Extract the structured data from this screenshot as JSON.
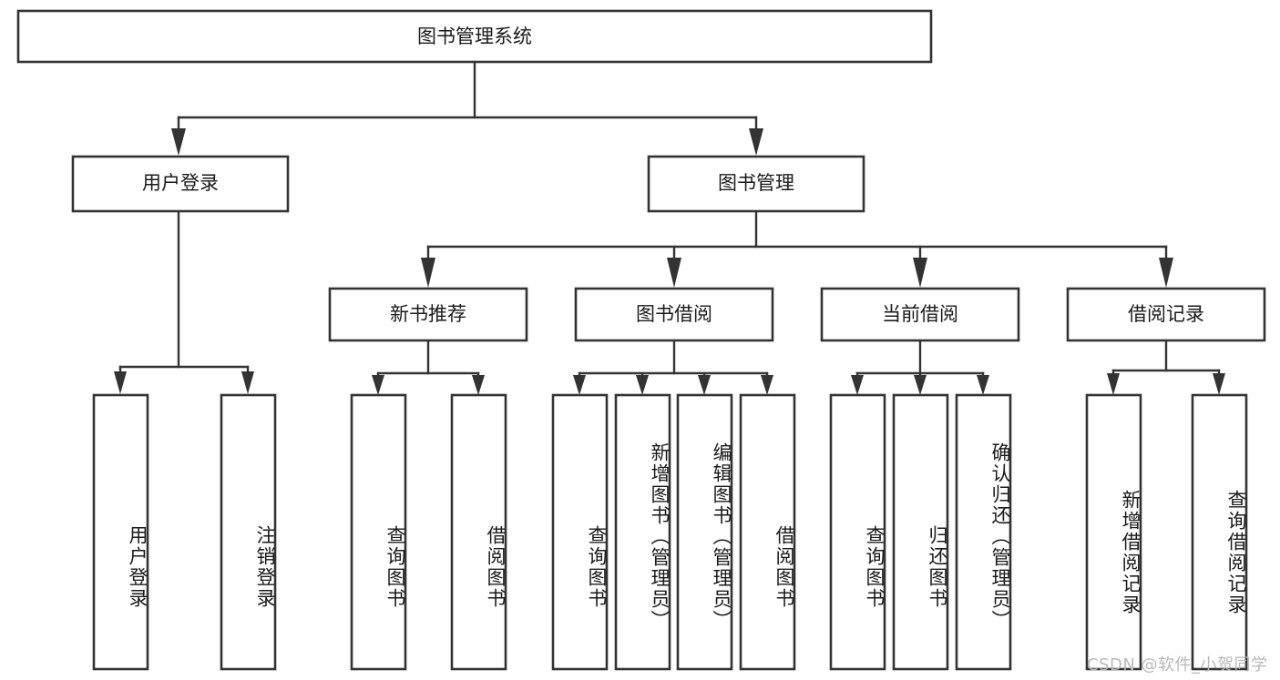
{
  "diagram": {
    "type": "tree-hierarchy-chart",
    "title": "图书管理系统",
    "watermark": "CSDN @软件_小贺同学",
    "root": {
      "id": "root",
      "label": "图书管理系统"
    },
    "level2": [
      {
        "id": "user-login",
        "label": "用户登录"
      },
      {
        "id": "book-manage",
        "label": "图书管理"
      }
    ],
    "level3": [
      {
        "id": "new-book-recommend",
        "label": "新书推荐",
        "parent": "book-manage"
      },
      {
        "id": "book-borrow",
        "label": "图书借阅",
        "parent": "book-manage"
      },
      {
        "id": "current-borrow",
        "label": "当前借阅",
        "parent": "book-manage"
      },
      {
        "id": "borrow-record",
        "label": "借阅记录",
        "parent": "book-manage"
      }
    ],
    "leaves": [
      {
        "id": "leaf-user-login",
        "label": "用户登录",
        "parent": "user-login"
      },
      {
        "id": "leaf-logout-login",
        "label": "注销登录",
        "parent": "user-login"
      },
      {
        "id": "leaf-query-book-1",
        "label": "查询图书",
        "parent": "new-book-recommend"
      },
      {
        "id": "leaf-borrow-book-1",
        "label": "借阅图书",
        "parent": "new-book-recommend"
      },
      {
        "id": "leaf-query-book-2",
        "label": "查询图书",
        "parent": "book-borrow"
      },
      {
        "id": "leaf-add-book",
        "label": "新增图书（管理员）",
        "parent": "book-borrow"
      },
      {
        "id": "leaf-edit-book",
        "label": "编辑图书（管理员）",
        "parent": "book-borrow"
      },
      {
        "id": "leaf-borrow-book-2",
        "label": "借阅图书",
        "parent": "book-borrow"
      },
      {
        "id": "leaf-query-book-3",
        "label": "查询图书",
        "parent": "current-borrow"
      },
      {
        "id": "leaf-return-book",
        "label": "归还图书",
        "parent": "current-borrow"
      },
      {
        "id": "leaf-confirm-return",
        "label": "确认归还（管理员）",
        "parent": "current-borrow"
      },
      {
        "id": "leaf-add-record",
        "label": "新增借阅记录",
        "parent": "borrow-record"
      },
      {
        "id": "leaf-query-record",
        "label": "查询借阅记录",
        "parent": "borrow-record"
      }
    ],
    "colors": {
      "box_stroke": "#333333",
      "box_fill": "#ffffff",
      "text": "#1a1a1a",
      "background": "#ffffff",
      "watermark": "#b9b9b9"
    }
  }
}
